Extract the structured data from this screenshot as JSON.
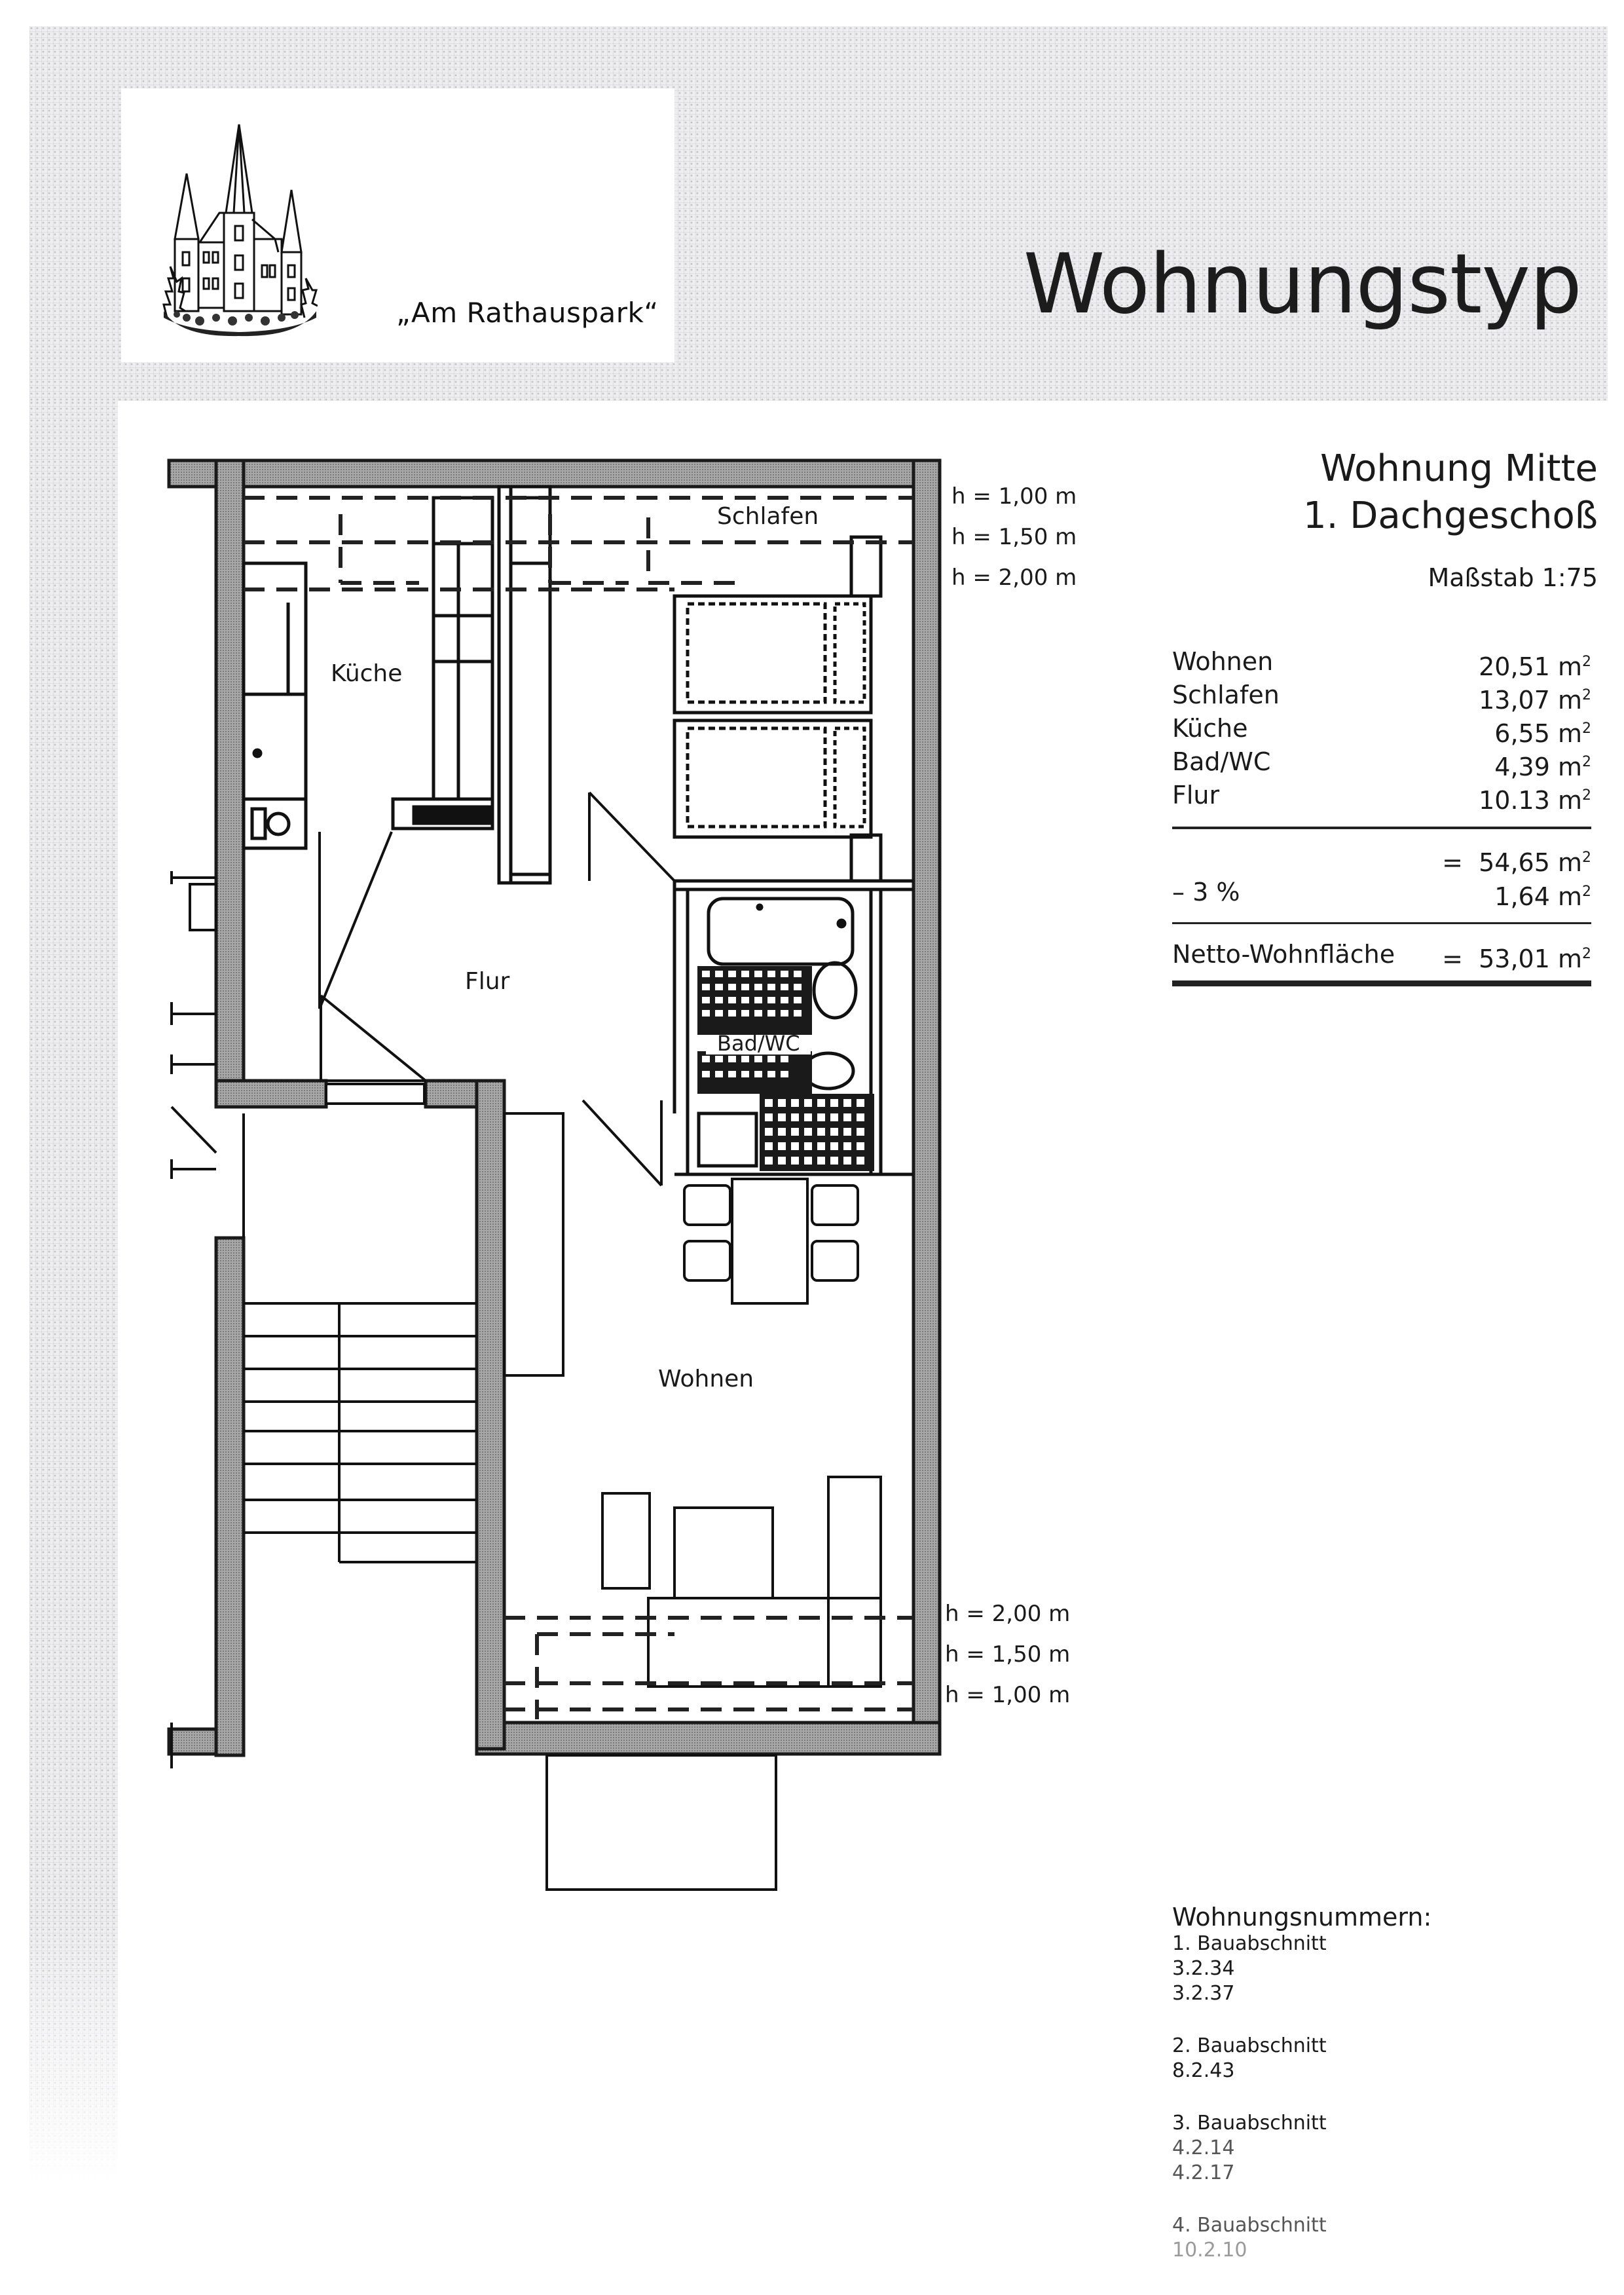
{
  "header": {
    "logo_caption": "„Am Rathauspark“",
    "title": "Wohnungstyp",
    "logo_icon": "castle-with-trees-icon"
  },
  "apartment": {
    "name": "Wohnung Mitte",
    "floor": "1. Dachgeschoß",
    "scale": "Maßstab 1:75"
  },
  "areas": {
    "rooms": [
      {
        "room": "Wohnen",
        "value": "20,51 m",
        "unit_sup": "2"
      },
      {
        "room": "Schlafen",
        "value": "13,07 m",
        "unit_sup": "2"
      },
      {
        "room": "Küche",
        "value": "6,55 m",
        "unit_sup": "2"
      },
      {
        "room": "Bad/WC",
        "value": "4,39 m",
        "unit_sup": "2"
      },
      {
        "room": "Flur",
        "value": "10.13 m",
        "unit_sup": "2"
      }
    ],
    "subtotal": {
      "label": "",
      "value": "=  54,65 m",
      "unit_sup": "2"
    },
    "deduction": {
      "label": "– 3 %",
      "value": "1,64 m",
      "unit_sup": "2"
    },
    "net": {
      "label": "Netto-Wohnfläche",
      "value": "=  53,01 m",
      "unit_sup": "2"
    }
  },
  "apartment_numbers": {
    "heading": "Wohnungsnummern:",
    "sections": [
      {
        "label": "1. Bauabschnitt",
        "numbers": [
          "3.2.34",
          "3.2.37"
        ]
      },
      {
        "label": "2. Bauabschnitt",
        "numbers": [
          "8.2.43"
        ]
      },
      {
        "label": "3. Bauabschnitt",
        "numbers": [
          "4.2.14",
          "4.2.17"
        ]
      },
      {
        "label": "4. Bauabschnitt",
        "numbers": [
          "10.2.10"
        ]
      }
    ]
  },
  "floorplan": {
    "rooms": {
      "schlafen": "Schlafen",
      "kueche": "Küche",
      "flur": "Flur",
      "bad": "Bad/WC",
      "wohnen": "Wohnen"
    },
    "heights_top": [
      "h = 1,00 m",
      "h = 1,50 m",
      "h = 2,00 m"
    ],
    "heights_bottom": [
      "h = 2,00 m",
      "h = 1,50 m",
      "h = 1,00 m"
    ],
    "colors": {
      "wall_fill": "#9a9a9a",
      "wall_outline": "#1a1a1a",
      "background_texture": "#eeeef0"
    }
  }
}
